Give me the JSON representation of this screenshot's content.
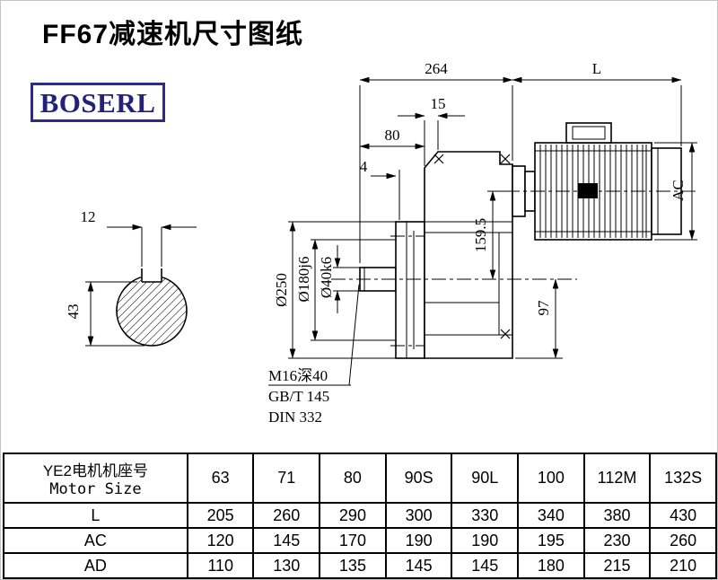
{
  "page": {
    "title": "FF67减速机尺寸图纸",
    "brand": "BOSERL"
  },
  "drawing": {
    "dims": {
      "overall_width": "264",
      "motor_length": "L",
      "d15": "15",
      "d80": "80",
      "d4": "4",
      "flange_dia": "Ø250",
      "spigot_dia": "Ø180j6",
      "shaft_dia": "Ø40k6",
      "center_height": "159.5",
      "d97": "97",
      "motor_dia": "AC",
      "key_width": "12",
      "key_height": "43"
    },
    "notes": [
      "M16深40",
      "GB/T 145",
      "DIN 332"
    ]
  },
  "table": {
    "corner": {
      "line1": "YE2电机机座号",
      "line2": "Motor Size"
    },
    "columns": [
      "63",
      "71",
      "80",
      "90S",
      "90L",
      "100",
      "112M",
      "132S"
    ],
    "rows": [
      {
        "label": "L",
        "values": [
          "205",
          "260",
          "290",
          "300",
          "330",
          "340",
          "380",
          "430"
        ]
      },
      {
        "label": "AC",
        "values": [
          "120",
          "145",
          "170",
          "190",
          "190",
          "195",
          "230",
          "260"
        ]
      },
      {
        "label": "AD",
        "values": [
          "110",
          "130",
          "135",
          "145",
          "145",
          "180",
          "215",
          "210"
        ]
      }
    ]
  }
}
